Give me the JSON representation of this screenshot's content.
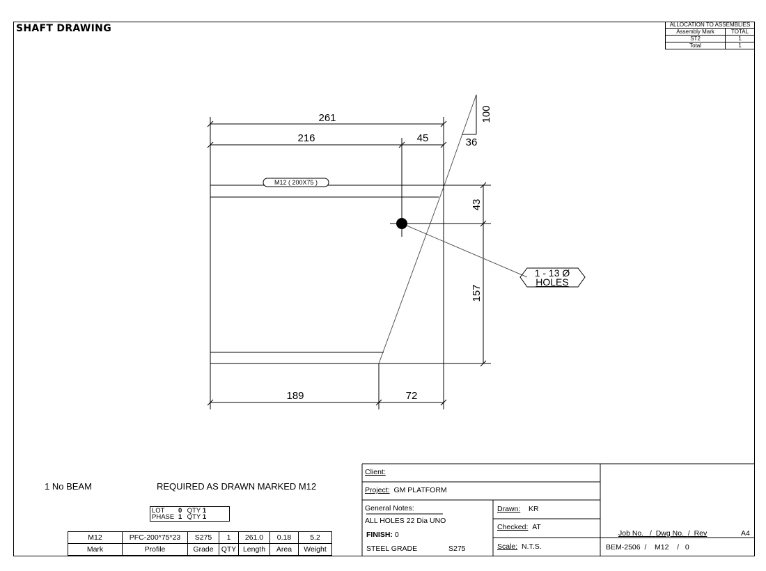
{
  "title": "SHAFT DRAWING",
  "allocation": {
    "header": "ALLOCATION TO ASSEMBLIES",
    "col_mark": "Assembly Mark",
    "col_total": "TOTAL",
    "rows": [
      {
        "mark": "ST2",
        "total": "1"
      },
      {
        "mark": "Total",
        "total": "1"
      }
    ]
  },
  "drawing": {
    "dim_overall": "261",
    "dim_216": "216",
    "dim_45": "45",
    "dim_43": "43",
    "dim_157": "157",
    "dim_189": "189",
    "dim_72": "72",
    "slope_rise": "100",
    "slope_run": "36",
    "part_label": "M12 ( 200X75 )",
    "hole_callout_line1": "1 - 13 Ø",
    "hole_callout_line2": "HOLES"
  },
  "summary": {
    "quantity_text": "1 No  BEAM",
    "required_text": "REQUIRED AS DRAWN MARKED  M12",
    "lot_label": "LOT",
    "lot_value": "0",
    "phase_label": "PHASE",
    "phase_value": "1",
    "qty_label": "QTY",
    "qty_value_1": "1",
    "qty_value_2": "1"
  },
  "parts_table": {
    "values": [
      "M12",
      "PFC-200*75*23",
      "S275",
      "1",
      "261.0",
      "0.18",
      "5.2"
    ],
    "headers": [
      "Mark",
      "Profile",
      "Grade",
      "QTY",
      "Length",
      "Area",
      "Weight"
    ]
  },
  "title_block": {
    "client_label": "Client:",
    "project_label": "Project:",
    "project_value": "GM PLATFORM",
    "notes_label": "General Notes:",
    "notes_line1": "ALL HOLES 22  Dia UNO",
    "finish_label": "FINISH:",
    "finish_value": "0",
    "steel_grade_label": "STEEL GRADE",
    "steel_grade_value": "S275",
    "drawn_label": "Drawn:",
    "drawn_value": "KR",
    "checked_label": "Checked:",
    "checked_value": "AT",
    "scale_label": "Scale:",
    "scale_value": "N.T.S.",
    "job_no_label": "Job No.",
    "dwg_no_label": "Dwg No.",
    "rev_label": "Rev",
    "sheet_size": "A4",
    "job_no_value": "BEM-2506",
    "dwg_no_value": "M12",
    "rev_value": "0",
    "sep": "/"
  }
}
